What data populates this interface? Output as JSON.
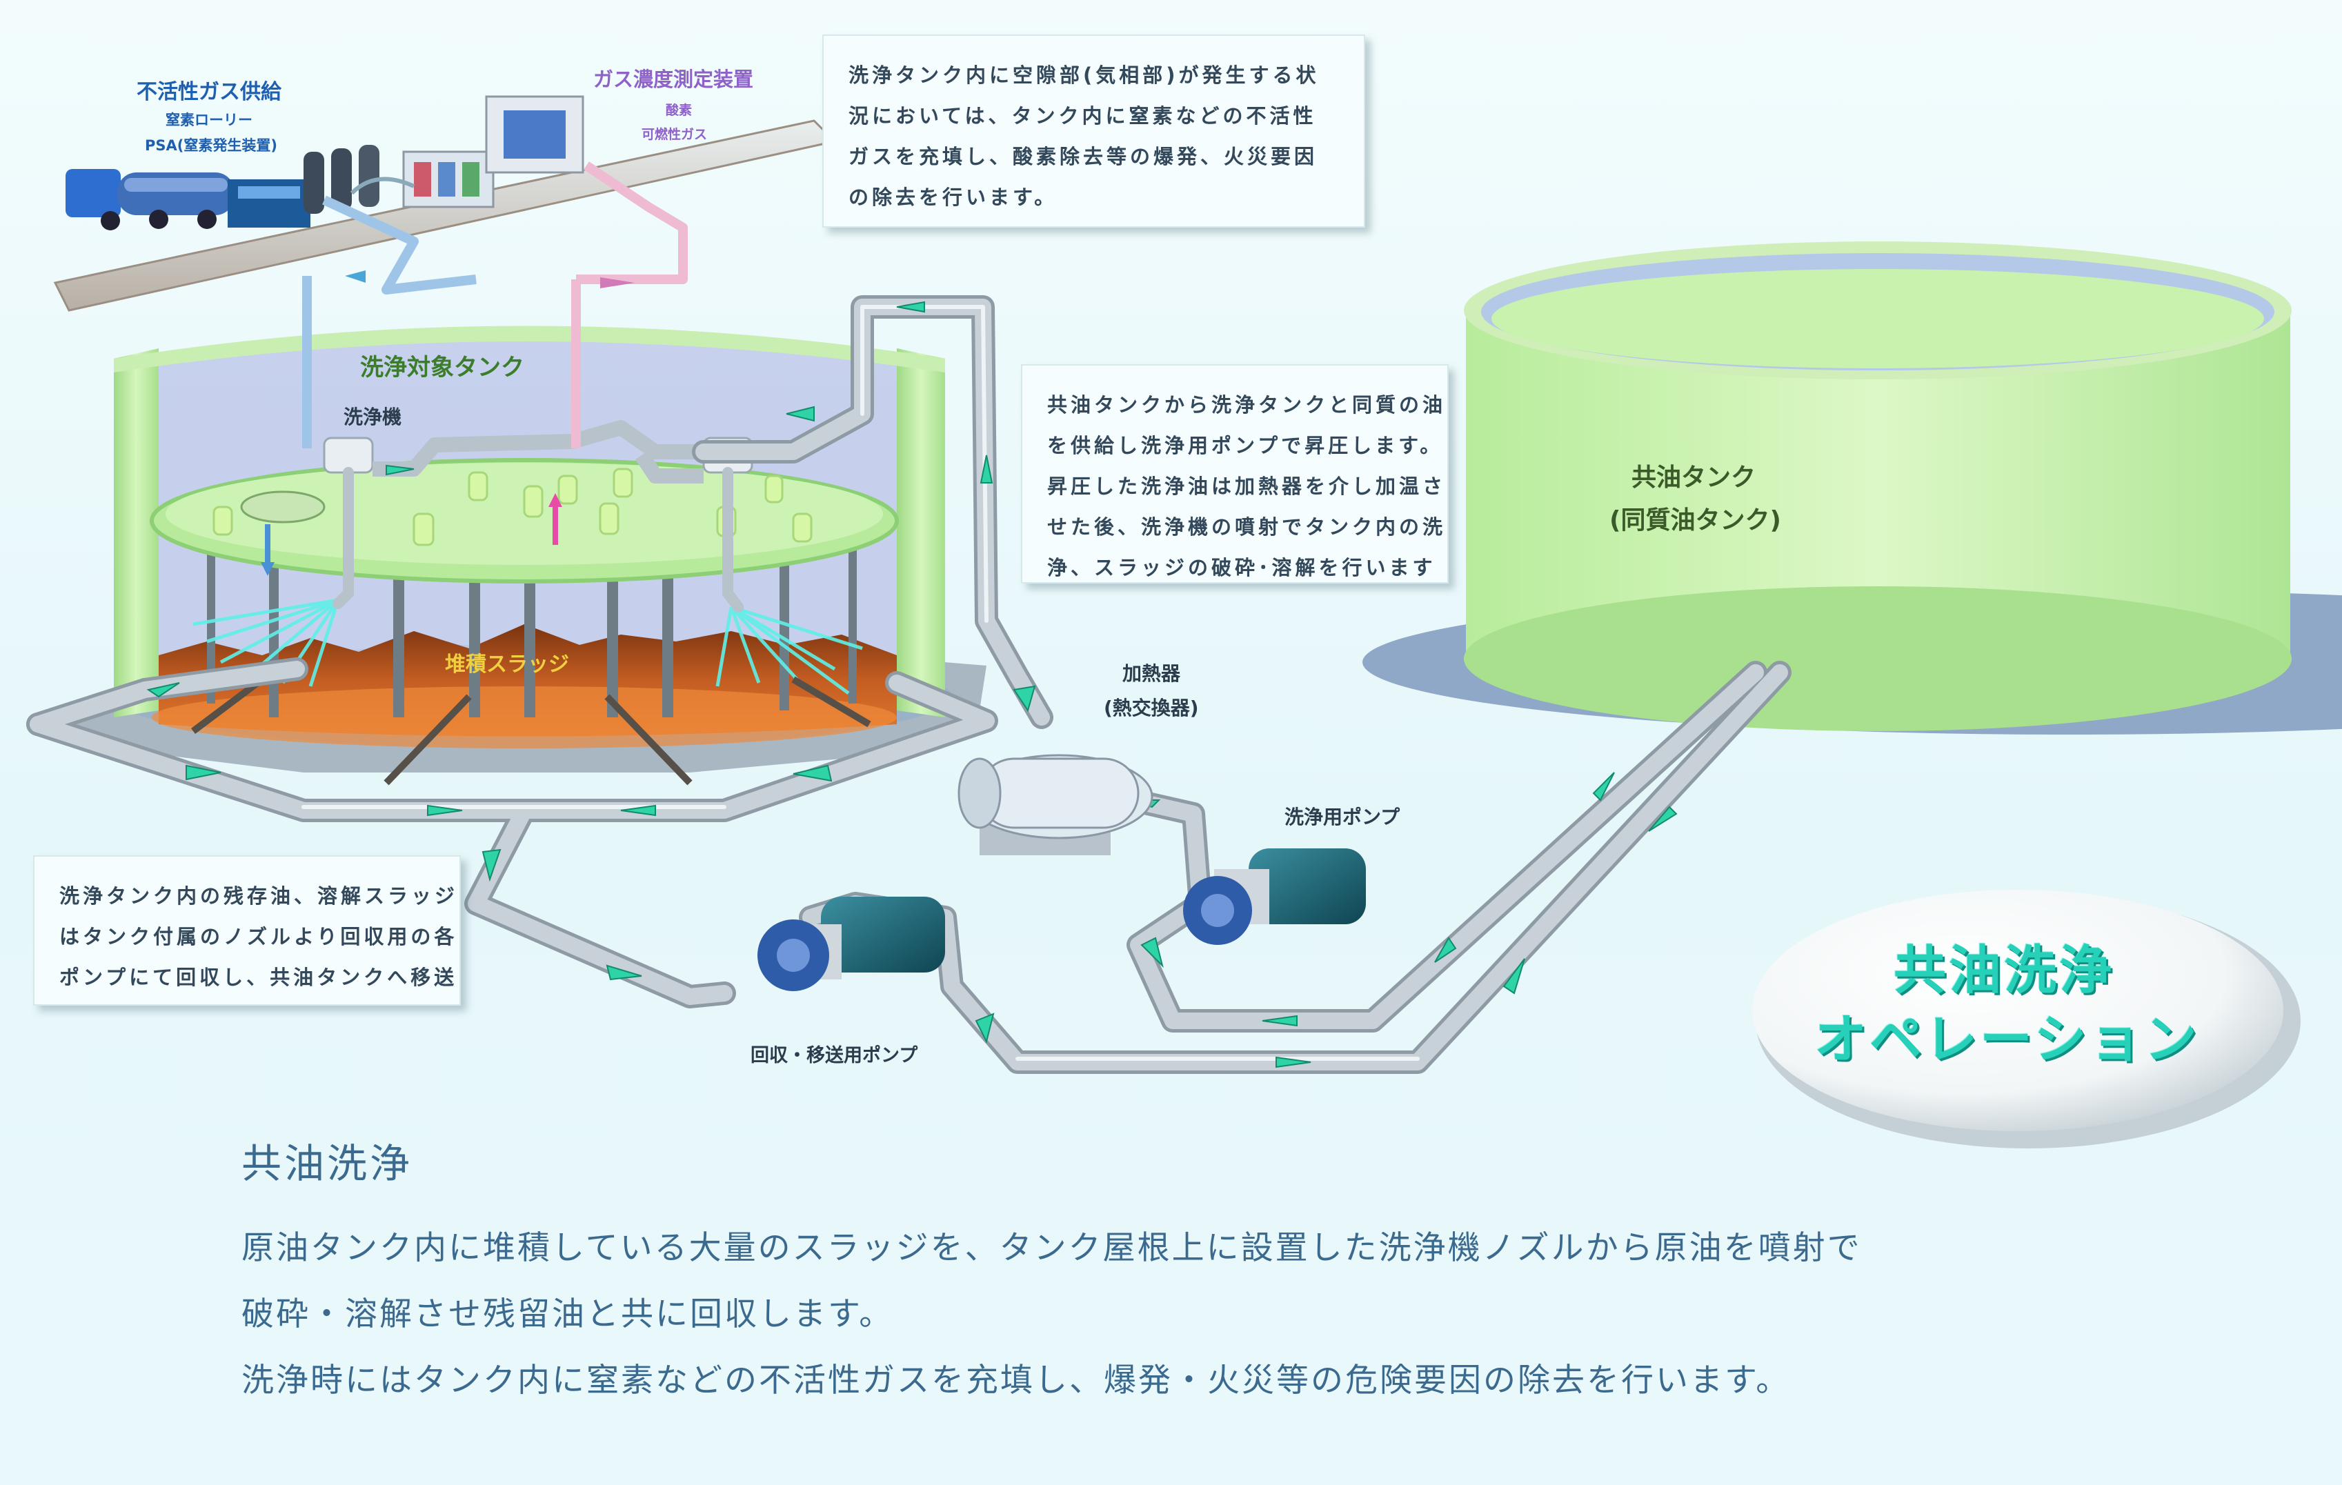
{
  "labels": {
    "inert_gas_title": "不活性ガス供給",
    "inert_gas_sub1": "窒素ローリー",
    "inert_gas_sub2": "PSA(窒素発生装置)",
    "gas_meter_title": "ガス濃度測定装置",
    "gas_meter_sub1": "酸素",
    "gas_meter_sub2": "可燃性ガス",
    "target_tank": "洗浄対象タンク",
    "washer": "洗浄機",
    "sludge": "堆積スラッジ",
    "heater_line1": "加熱器",
    "heater_line2": "(熱交換器)",
    "wash_pump": "洗浄用ポンプ",
    "recovery_pump": "回収・移送用ポンプ",
    "shared_tank_line1": "共油タンク",
    "shared_tank_line2": "(同質油タンク)"
  },
  "callouts": {
    "inert_gas_note": [
      "洗浄タンク内に空隙部(気相部)が発生する状",
      "況においては、タンク内に窒素などの不活性",
      "ガスを充填し、酸素除去等の爆発、火災要因",
      "の除去を行います。"
    ],
    "supply_note": [
      "共油タンクから洗浄タンクと同質の油",
      "を供給し洗浄用ポンプで昇圧します。",
      "昇圧した洗浄油は加熱器を介し加温さ",
      "せた後、洗浄機の噴射でタンク内の洗",
      "浄、スラッジの破砕･溶解を行います"
    ],
    "recovery_note": [
      "洗浄タンク内の残存油、溶解スラッジ",
      "はタンク付属のノズルより回収用の各",
      "ポンプにて回収し、共油タンクへ移送"
    ]
  },
  "badge": {
    "line1": "共油洗浄",
    "line2": "オペレーション"
  },
  "description": {
    "title": "共油洗浄",
    "lines": [
      "原油タンク内に堆積している大量のスラッジを、タンク屋根上に設置した洗浄機ノズルから原油を噴射で",
      "破砕・溶解させ残留油と共に回収します。",
      "洗浄時にはタンク内に窒素などの不活性ガスを充填し、爆発・火災等の危険要因の除去を行います。"
    ]
  },
  "colors": {
    "tank_green": "#c2f0a8",
    "pipe": "#b9c3cb",
    "flow_arrow": "#2fd4a6",
    "sludge": "#b4531f",
    "label_blue": "#1f5fb0",
    "label_purple": "#8e62c9",
    "callout_text": "#33485a",
    "body_text": "#3c6a8e",
    "badge_text": "#27d0b8"
  }
}
